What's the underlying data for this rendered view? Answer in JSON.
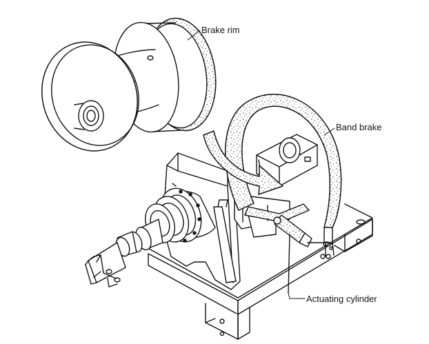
{
  "labels": {
    "brake_rim": "Brake rim",
    "band_brake": "Band brake",
    "actuating_cylinder": "Actuating cylinder"
  },
  "colors": {
    "line": "#111111",
    "fill": "#ffffff",
    "speckle": "#444444"
  }
}
